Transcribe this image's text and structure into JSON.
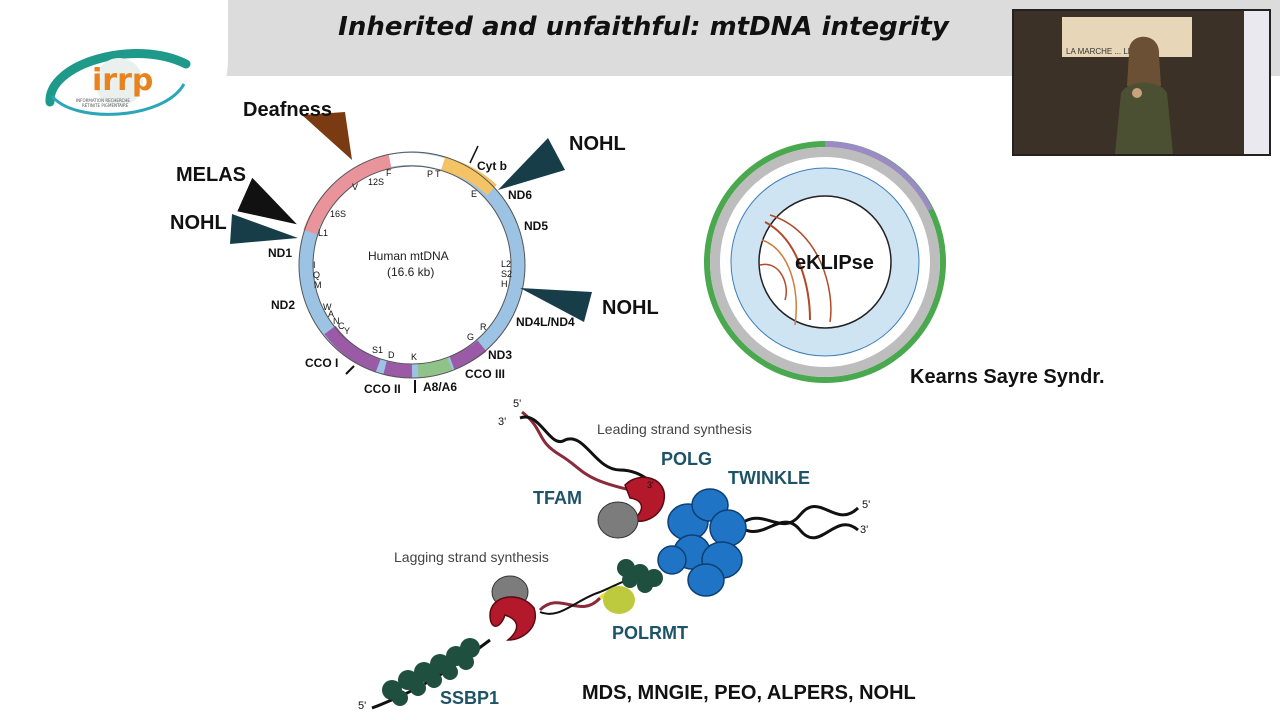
{
  "slide": {
    "title": "Inherited and unfaithful: mtDNA integrity",
    "logo_text": "irrp",
    "logo_subtext_1": "INFORMATION RECHERCHE",
    "logo_subtext_2": "RÉTINITE PIGMENTAIRE"
  },
  "video": {
    "banner_text": "LA MARCHE ... LE"
  },
  "mtdna_map": {
    "center_title": "Human mtDNA",
    "center_size": "(16.6 kb)",
    "genes": {
      "nd1": "ND1",
      "nd2": "ND2",
      "cco1": "CCO I",
      "cco2": "CCO II",
      "a8a6": "A8/A6",
      "cco3": "CCO III",
      "nd3": "ND3",
      "nd4l": "ND4L/ND4",
      "nd5": "ND5",
      "nd6": "ND6",
      "cytb": "Cyt b",
      "s12": "12S",
      "s16": "16S"
    },
    "trna": {
      "f": "F",
      "v": "V",
      "l1": "L1",
      "i": "I",
      "q": "Q",
      "m": "M",
      "w": "W",
      "a": "A",
      "n": "N",
      "c": "C",
      "y": "Y",
      "s1": "S1",
      "d": "D",
      "k": "K",
      "g": "G",
      "r": "R",
      "h": "H",
      "s2": "S2",
      "l2": "L2",
      "e": "E",
      "p": "P",
      "t": "T"
    },
    "diseases": {
      "deafness": "Deafness",
      "melas": "MELAS",
      "nohl_left": "NOHL",
      "nohl_top": "NOHL",
      "nohl_right": "NOHL"
    }
  },
  "circos": {
    "label": "eKLIPse",
    "caption": "Kearns Sayre Syndr."
  },
  "replication": {
    "leading": "Leading strand synthesis",
    "lagging": "Lagging  strand synthesis",
    "polg": "POLG",
    "twinkle": "TWINKLE",
    "tfam": "TFAM",
    "polrmt": "POLRMT",
    "ssbp1": "SSBP1",
    "prime5_top": "5'",
    "prime3_top": "3'",
    "prime5_right": "5'",
    "prime3_right": "3'",
    "prime3_pol": "3'",
    "prime5_bottom": "5'"
  },
  "diseases_footer": "MDS, MNGIE, PEO, ALPERS, NOHL",
  "colors": {
    "title_bar": "#dcdcdc",
    "teal_label": "#1d5367",
    "arrow_dark": "#163d48",
    "deafness_arrow": "#7a3a12",
    "polg_red": "#b3192a",
    "twinkle_blue": "#1f74c6",
    "ssbp1_green": "#1f4f3f",
    "polrmt_yellowgreen": "#bdca3e"
  }
}
